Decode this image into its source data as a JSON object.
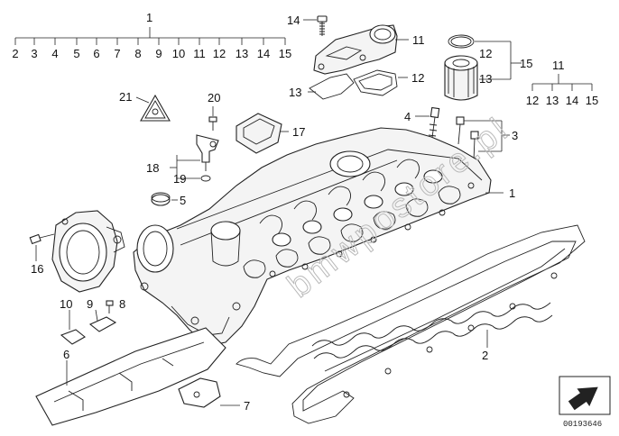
{
  "diagram": {
    "doc_id": "00193646",
    "watermark": "bmwpostore.pl",
    "callouts": {
      "c1_top": "1",
      "row1": [
        "2",
        "3",
        "4",
        "5",
        "6",
        "7",
        "8",
        "9",
        "10",
        "11",
        "12",
        "13",
        "14",
        "15"
      ],
      "c14": "14",
      "c11_top": "11",
      "c12_left": "12",
      "c13_left": "13",
      "c12_right": "12",
      "c13_right": "13",
      "c15_right": "15",
      "c11_right": "11",
      "row2": [
        "12",
        "13",
        "14",
        "15"
      ],
      "c21": "21",
      "c20": "20",
      "c17": "17",
      "c4": "4",
      "c3": "3",
      "c18": "18",
      "c19": "19",
      "c5": "5",
      "c1_right": "1",
      "c16": "16",
      "c10": "10",
      "c9": "9",
      "c8": "8",
      "c6": "6",
      "c2": "2",
      "c7": "7"
    }
  }
}
